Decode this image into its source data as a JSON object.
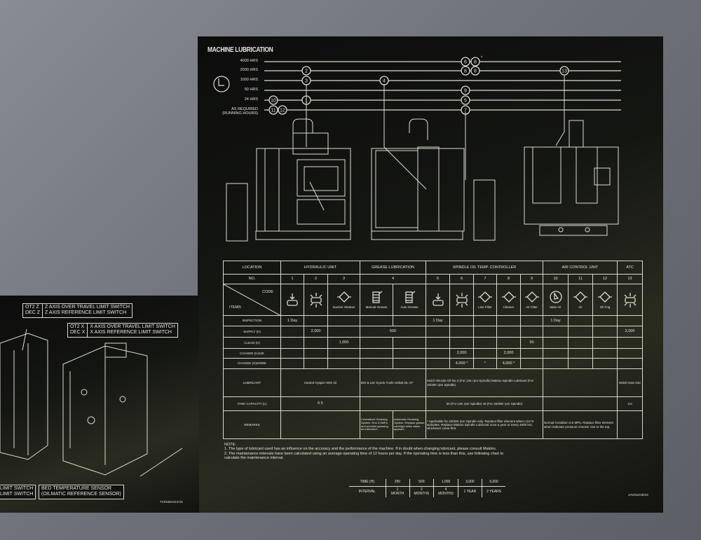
{
  "title": "MACHINE LUBRICATION",
  "schedule": {
    "rows": [
      {
        "label": "4000 HRS",
        "markers": [
          "6",
          "8"
        ],
        "note": "*"
      },
      {
        "label": "2000 HRS",
        "markers": [
          "2",
          "6",
          "8",
          "13"
        ]
      },
      {
        "label": "1000 HRS",
        "markers": [
          "3",
          "4"
        ]
      },
      {
        "label": "50 HRS",
        "markers": [
          "9"
        ]
      },
      {
        "label": "24 HRS",
        "markers": [
          "10",
          "1",
          "5"
        ]
      },
      {
        "label": "AS REQUIRED",
        "sublabel": "(RUNNING HOURS)",
        "markers": [
          "11",
          "12",
          "7"
        ]
      }
    ]
  },
  "table": {
    "location_label": "LOCATION",
    "no_label": "NO.",
    "code_label": "CODE",
    "items_label": "ITEMS",
    "groups": [
      "HYDRAULIC UNIT",
      "GREASE LUBRICATION",
      "SPINDLE OIL TEMP. CONTROLLER",
      "AIR CONTROL UNIT",
      "ATC"
    ],
    "numbers": [
      "1",
      "2",
      "3",
      "4",
      "5",
      "6",
      "7",
      "8",
      "9",
      "10",
      "11",
      "12",
      "13"
    ],
    "codes": [
      "",
      "",
      "Suction Strainer",
      "Manual Grease",
      "Auto Grease",
      "",
      "",
      "Line Filter",
      "Cleaner",
      "Air Filter",
      "Main Air",
      "Air",
      "Oil Fog",
      ""
    ],
    "rows": {
      "inspection": {
        "label": "INSPECTION",
        "c1": "1 Day",
        "c5": "1 Day",
        "c10": "1 Day"
      },
      "supply": {
        "label": "SUPPLY (H)",
        "c2": "2,000",
        "c4": "500",
        "c13": "2,000"
      },
      "clean": {
        "label": "CLEAN (H)",
        "c3": "1,000",
        "c9": "50"
      },
      "change12": {
        "label": "CHANGE (H)12K",
        "c6": "2,000",
        "c8": "2,000"
      },
      "change20": {
        "label": "CHANGE (H)20/30K",
        "c6": "4,000 *",
        "c7": "*",
        "c8": "4,000 *"
      },
      "lubricant": {
        "label": "LUBRICANT",
        "hydraulic": "Castrol Hyspin AWS 32",
        "grease": "B/S & LM: Kyodo Yushi Unilub DL-2T",
        "spindle": "Mobil Velocite Oil No.3 (For 12K rpm Spindle) Makino Spindle Lubricant (For 20/30K rpm Spindle)",
        "atc": "Mobil Gear 632"
      },
      "tank": {
        "label": "TANK CAPACITY (L)",
        "hydraulic": "6.5",
        "spindle": "55 (For 12K rpm Spindle) 40 (For 20/30K rpm Spindle)",
        "atc": "4.0"
      },
      "remarks": {
        "label": "REMARKS",
        "grease_manual": "Centralized Greasing System. Run 0.6MPa and proceed greasing as instructed.",
        "grease_auto": "Automatic Greasing System. Replace grease cartridge when alarm appears.",
        "spindle": "* Applicable for 20/30K rpm Spindle only. Replace filter element when LS173 activates. Replace Makino Spindle Lubricant once a year or every 4000 hrs, whichever come first.",
        "air": "Normal Condition 0.5 MPa. Replace filter element when indicator pressure checker rise to the top."
      }
    }
  },
  "note": {
    "heading": "NOTE:",
    "items": [
      "1. The type of lubricant used has an influence on the accuracy and the performance of the machine. If in doubt when changing lubricant, please consult Makino.",
      "2. The maintenance intervals have been calculated using an average operating time of 12 hours per day. If the operating time is less than this, use following chart to calculate the maintenance interval."
    ]
  },
  "interval": {
    "time_label": "TIME (H)",
    "interval_label": "INTERVAL",
    "times": [
      "250",
      "500",
      "1,000",
      "3,000",
      "6,000"
    ],
    "intervals": [
      "1 MONTH",
      "2 MONTHS",
      "4 MONTHS",
      "1 YEAR",
      "2 YEARS"
    ]
  },
  "main_code": "1AV010A0016",
  "left_plate": {
    "z_codes": "OT2 Z\nDEC Z",
    "z_desc": "Z AXIS OVER TRAVEL LIMIT SWITCH\nZ AXIS REFERENCE LIMIT SWITCH",
    "x_codes": "OT2 X\nDEC X",
    "x_desc": "X AXIS OVER TRAVEL LIMIT SWITCH\nX AXIS REFERENCE LIMIT SWITCH",
    "limit_partial": "LIMIT SWITCH\nLIMIT SWITCH",
    "bed_sensor": "BED TEMPERATURE SENSOR\n(OILMATIC REFERENCE SENSOR)",
    "code": "7VS150A413-01"
  }
}
